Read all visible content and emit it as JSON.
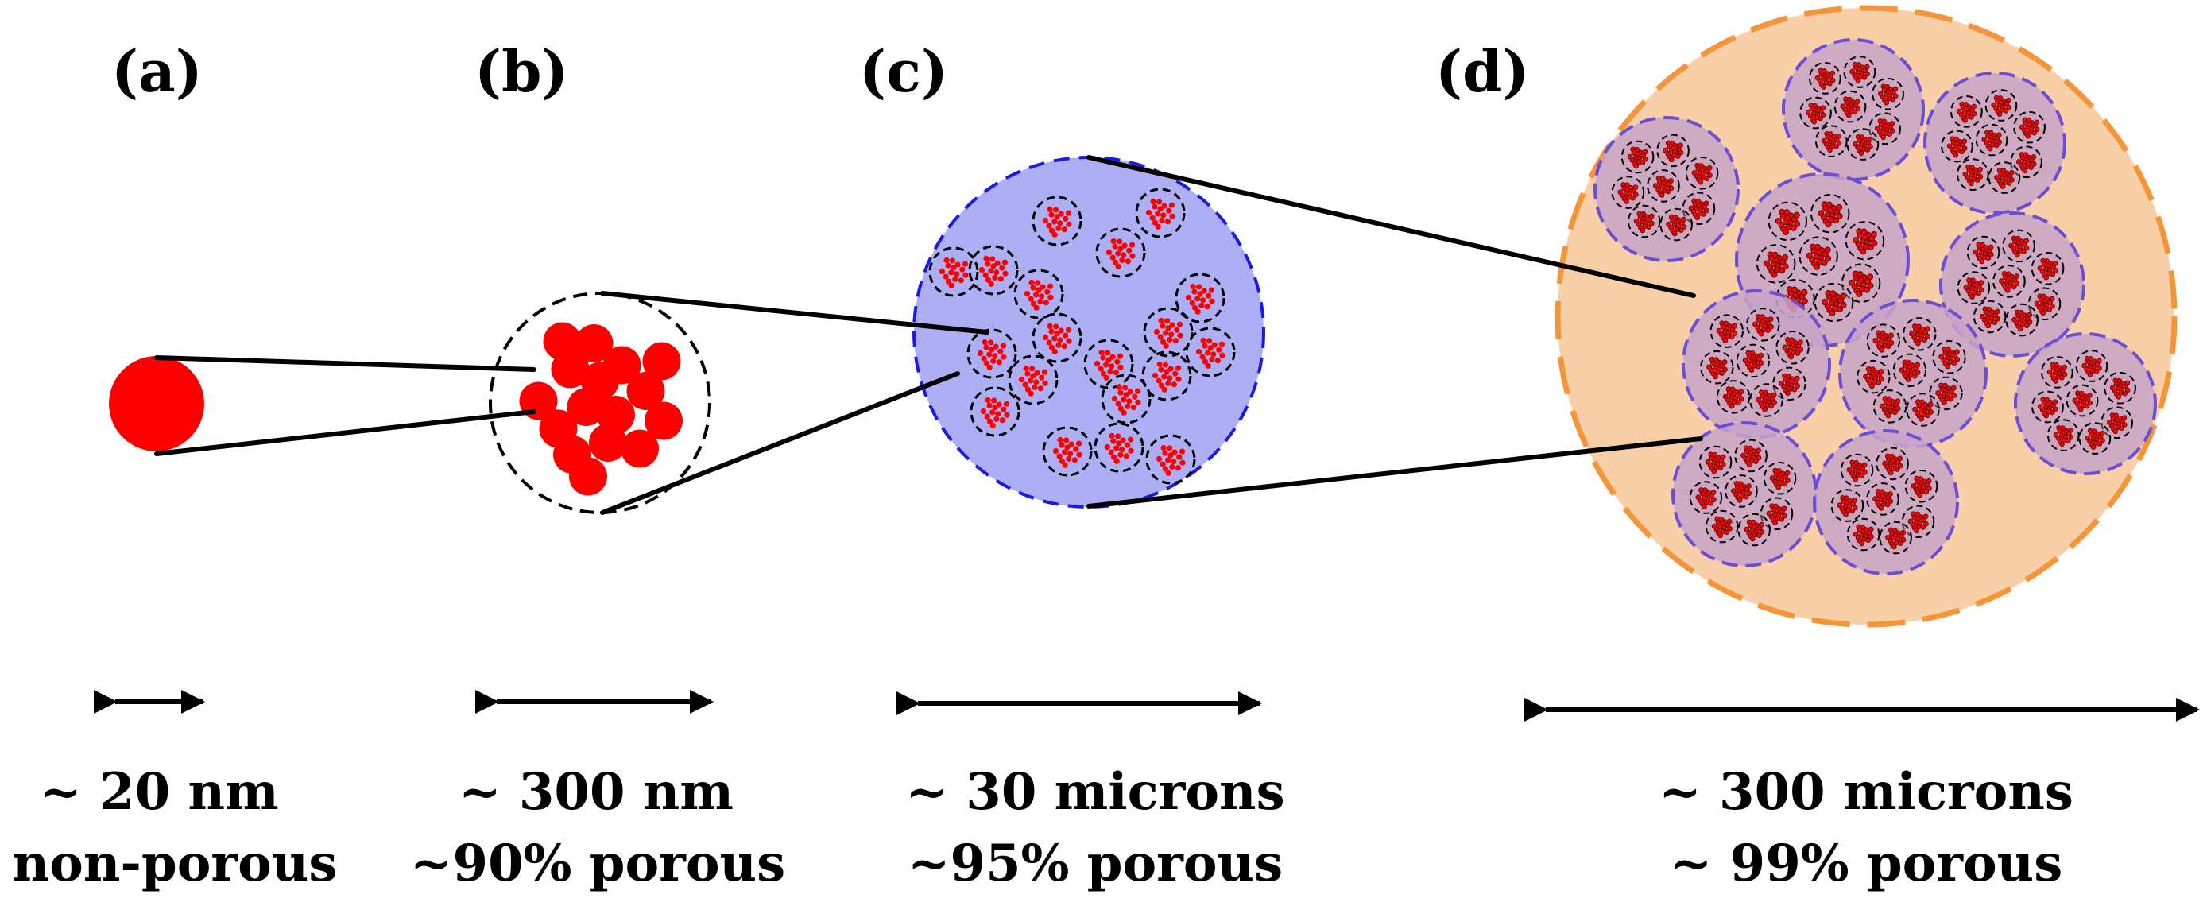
{
  "panels": [
    {
      "letter": "(a)",
      "size": "~ 20 nm",
      "porosity": "non-porous"
    },
    {
      "letter": "(b)",
      "size": "~ 300 nm",
      "porosity": "~90% porous"
    },
    {
      "letter": "(c)",
      "size": "~ 30 microns",
      "porosity": "~95% porous"
    },
    {
      "letter": "(d)",
      "size": "~ 300 microns",
      "porosity": "~ 99% porous"
    }
  ],
  "colors": {
    "particle": "#ff0000",
    "cluster_fill": "#aeaef4",
    "cluster_outline": "#1a1ae6",
    "agglomerate_fill": "#f9cfa8",
    "agglomerate_outline": "#f5953a",
    "subcluster_fill": "#c8a3c8",
    "subcluster_outline": "#6a4fd6",
    "dark_particle": "#5a1010"
  }
}
